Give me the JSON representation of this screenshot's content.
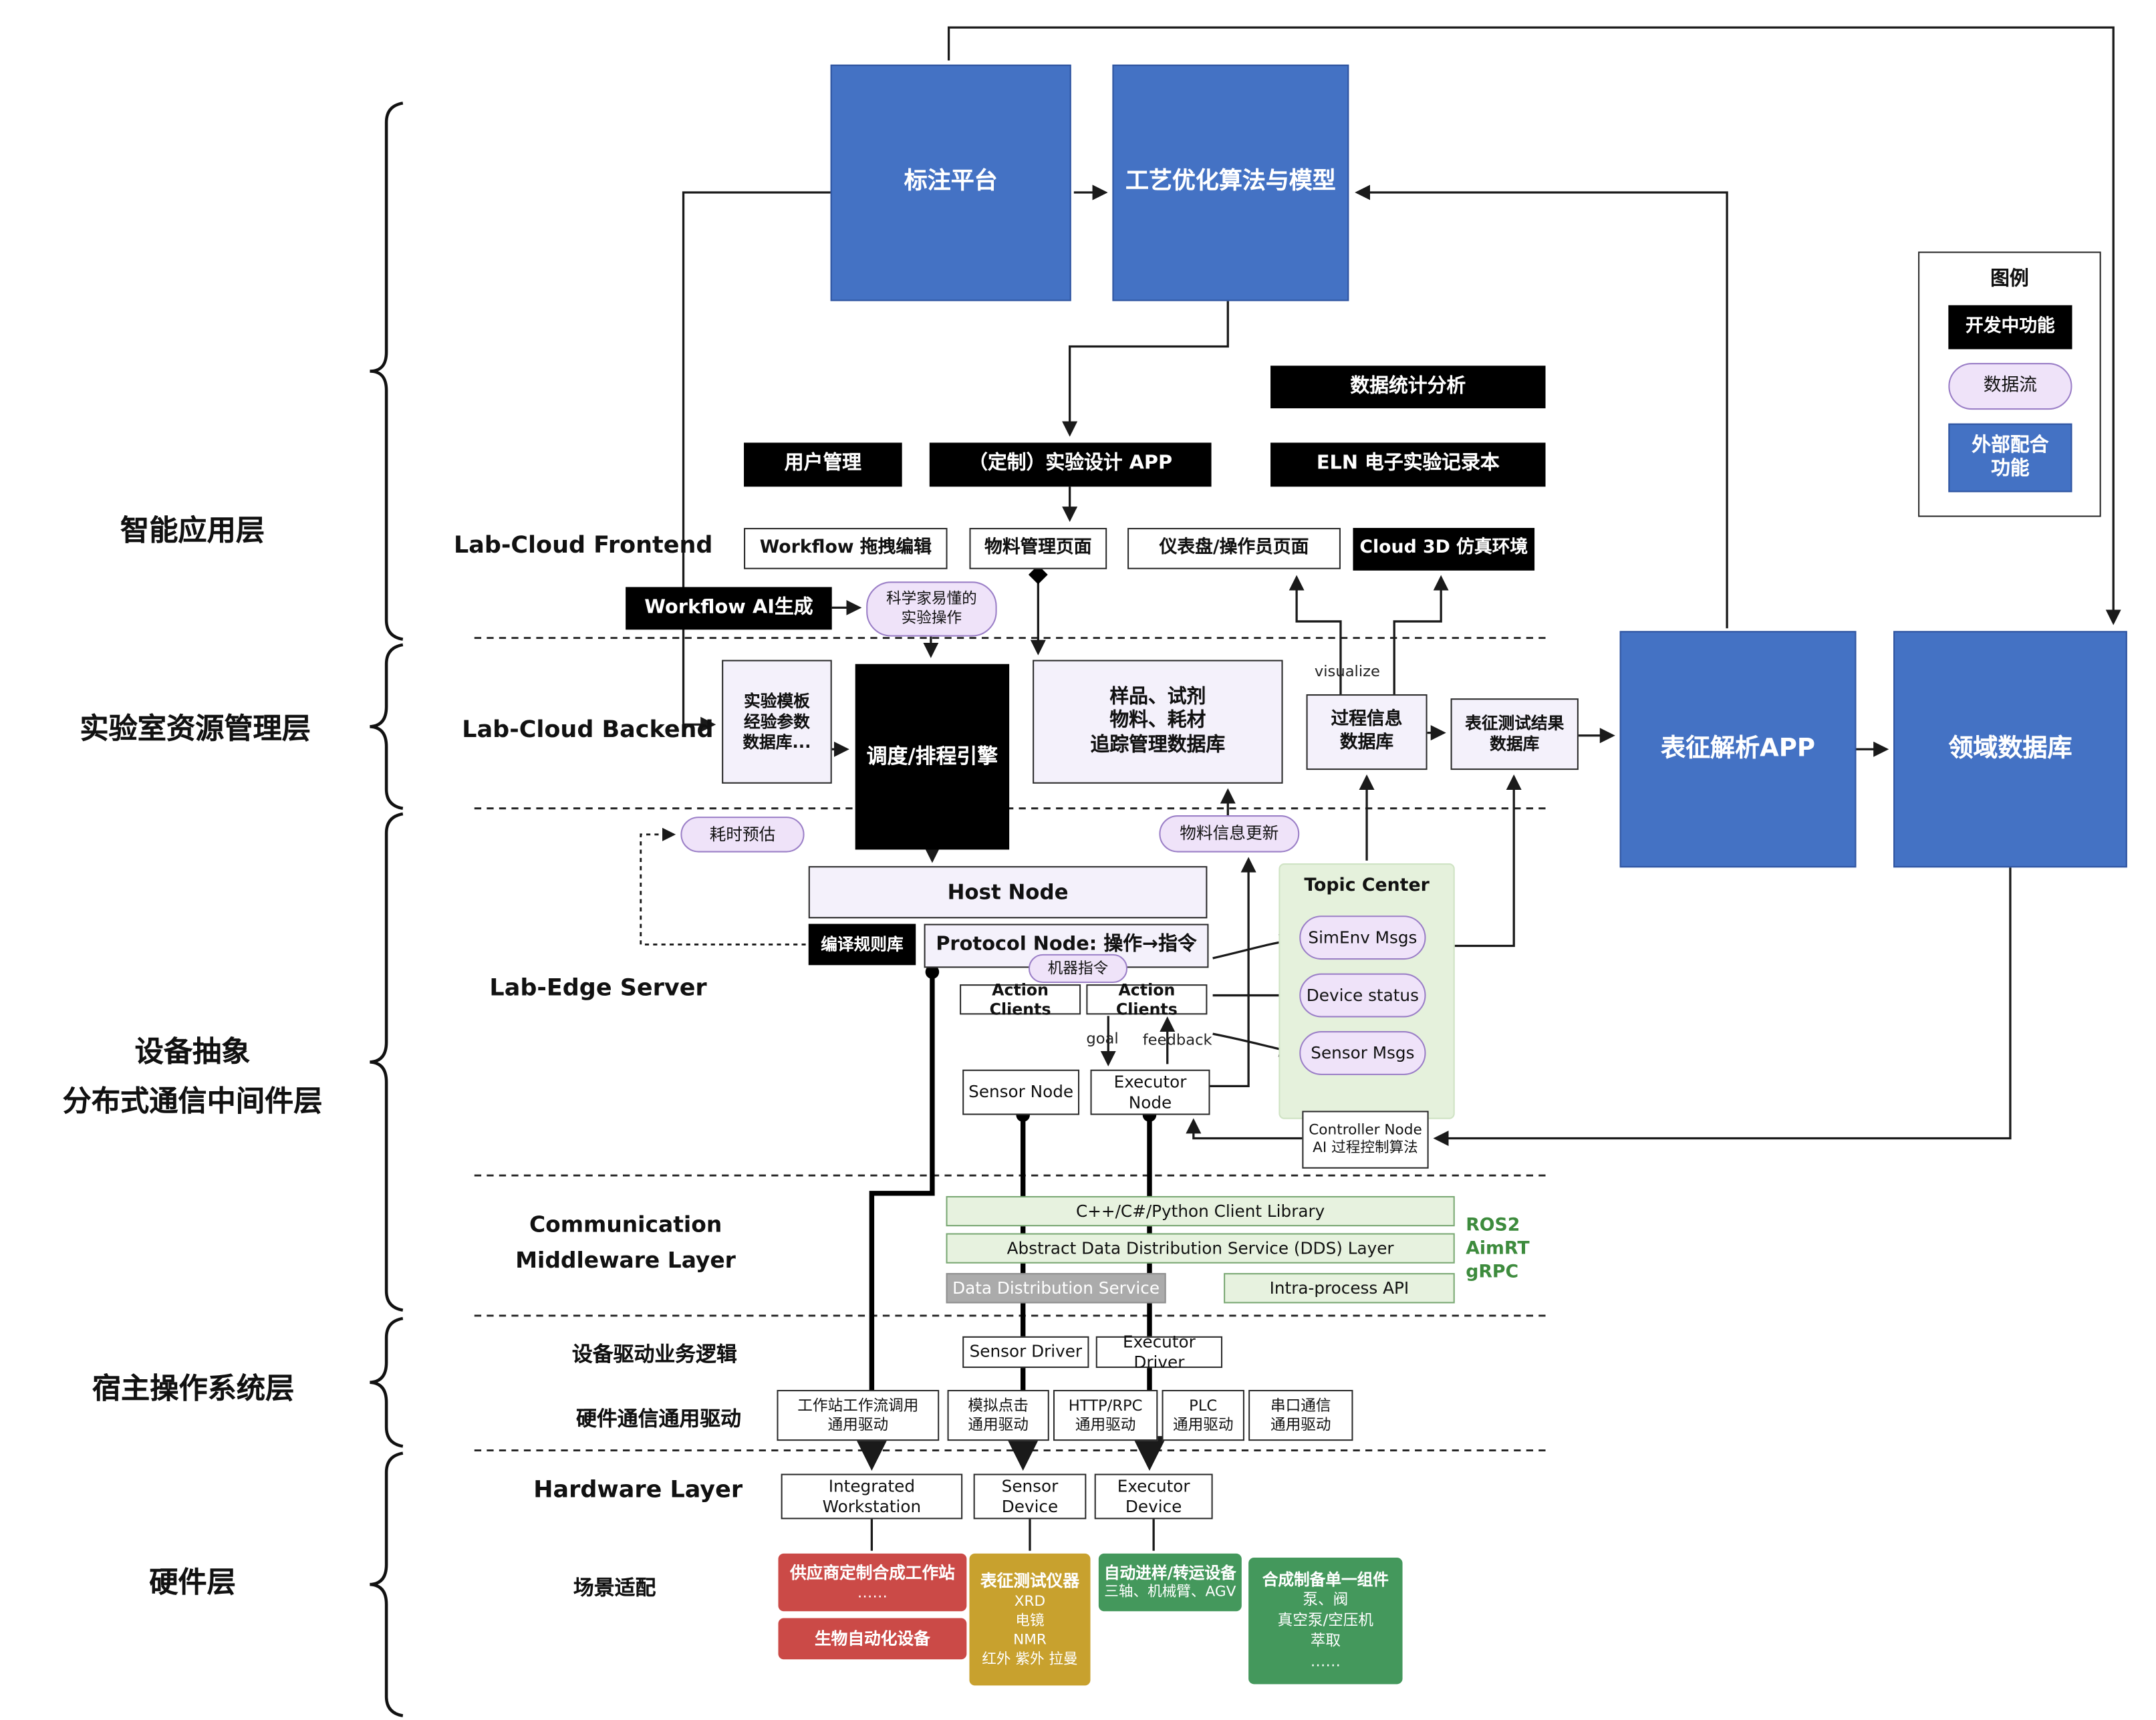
{
  "layers": {
    "app": "智能应用层",
    "resource": "实验室资源管理层",
    "middleware": "设备抽象\n分布式通信中间件层",
    "host_os": "宿主操作系统层",
    "hardware": "硬件层"
  },
  "sections": {
    "frontend": "Lab-Cloud Frontend",
    "backend": "Lab-Cloud Backend",
    "edge": "Lab-Edge Server",
    "comm": "Communication\nMiddleware Layer",
    "driver_logic": "设备驱动业务逻辑",
    "hw_driver": "硬件通信通用驱动",
    "hw_layer": "Hardware Layer",
    "scene": "场景适配"
  },
  "legend": {
    "title": "图例",
    "developing": "开发中功能",
    "dataflow": "数据流",
    "external": "外部配合\n功能"
  },
  "annotations": {
    "visualize": "visualize",
    "goal": "goal",
    "feedback": "feedback",
    "ros2": "ROS2",
    "aimrt": "AimRT",
    "grpc": "gRPC"
  },
  "nodes": {
    "annotation_platform": "标注平台",
    "process_opt": "工艺优化算法与模型",
    "data_stats": "数据统计分析",
    "user_mgmt": "用户管理",
    "custom_app": "（定制）实验设计 APP",
    "eln": "ELN 电子实验记录本",
    "workflow_edit": "Workflow 拖拽编辑",
    "material_page": "物料管理页面",
    "dashboard_page": "仪表盘/操作员页面",
    "cloud3d": "Cloud 3D 仿真环境",
    "workflow_ai": "Workflow AI生成",
    "sci_ops": "科学家易懂的\n实验操作",
    "template_db": "实验模板\n经验参数\n数据库...",
    "scheduler": "调度/排程引擎",
    "sample_db": "样品、试剂\n物料、耗材\n追踪管理数据库",
    "process_db": "过程信息\n数据库",
    "char_result_db": "表征测试结果\n数据库",
    "char_app": "表征解析APP",
    "domain_db": "领域数据库",
    "time_estimate": "耗时预估",
    "material_update": "物料信息更新",
    "host_node": "Host Node",
    "compile_rules": "编译规则库",
    "protocol_node": "Protocol Node: 操作→指令",
    "machine_cmd": "机器指令",
    "action_clients_left": "Action Clients",
    "action_clients_right": "Action Clients",
    "topic_center": "Topic Center",
    "simenv_msgs": "SimEnv Msgs",
    "device_status": "Device status",
    "sensor_msgs": "Sensor Msgs",
    "sensor_node": "Sensor Node",
    "executor_node": "Executor Node",
    "controller_node": "Controller Node\nAI 过程控制算法",
    "client_lib": "C++/C#/Python Client Library",
    "dds_layer": "Abstract Data Distribution Service (DDS) Layer",
    "dds_service": "Data Distribution Service",
    "intra_api": "Intra-process API",
    "sensor_driver": "Sensor Driver",
    "executor_driver": "Executor Driver",
    "ws_driver": "工作站工作流调用\n通用驱动",
    "sim_click_driver": "模拟点击\n通用驱动",
    "http_driver": "HTTP/RPC\n通用驱动",
    "plc_driver": "PLC\n通用驱动",
    "serial_driver": "串口通信\n通用驱动",
    "integrated_ws": "Integrated Workstation",
    "sensor_device": "Sensor Device",
    "executor_device": "Executor Device",
    "vendor_ws": {
      "title": "供应商定制合成工作站",
      "body": "……"
    },
    "bio_auto": "生物自动化设备",
    "char_instruments": {
      "title": "表征测试仪器",
      "body": "XRD\n电镜\nNMR\n红外 紫外 拉曼"
    },
    "transfer_device": {
      "title": "自动进样/转运设备",
      "body": "三轴、机械臂、AGV"
    },
    "synth_components": {
      "title": "合成制备单一组件",
      "body": "泵、阀\n真空泵/空压机\n萃取\n……"
    }
  },
  "colors": {
    "accent_blue": "#4472C4",
    "pill_purple": "#EFE3F9",
    "topic_green": "#E5F1DC",
    "vendor_red": "#CB4A47",
    "instrument_gold": "#C8A12E",
    "device_green": "#44985C"
  }
}
